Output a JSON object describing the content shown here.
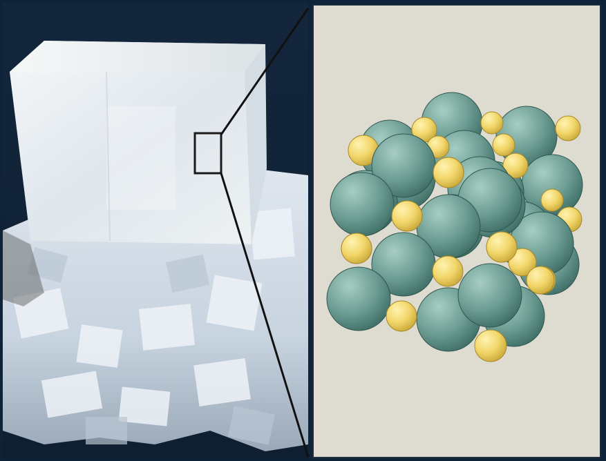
{
  "scene": {
    "subject": "salt-crystal",
    "panels": [
      "photo-of-crystal",
      "ionic-lattice-model"
    ]
  },
  "colors": {
    "background": "#0e2338",
    "model_panel_bg": "#dedcd0",
    "large_ion": "#6f9f95",
    "large_ion_dark": "#3f6f66",
    "small_ion": "#f2d66a",
    "small_ion_dark": "#c9a93a",
    "crystal": "#e6ebf1"
  },
  "icons": {
    "zoom_box": "magnify-region-box",
    "callout": "zoom-callout-lines"
  }
}
